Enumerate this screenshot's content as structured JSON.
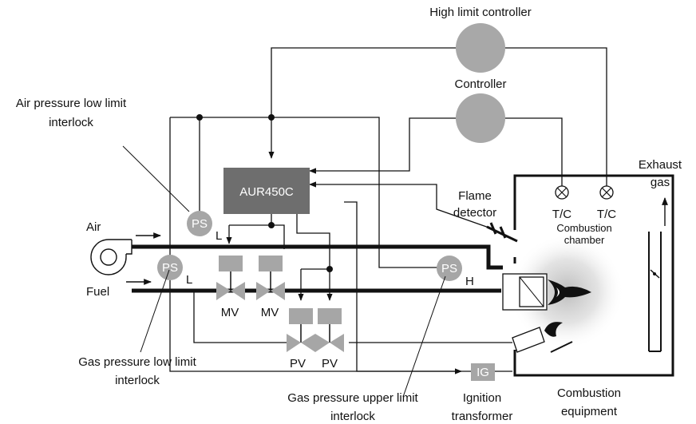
{
  "controllers": {
    "high_limit": "High limit controller",
    "controller": "Controller"
  },
  "unit": "AUR450C",
  "labels": {
    "air_pressure": [
      "Air pressure low limit",
      "interlock"
    ],
    "gas_pressure_low": [
      "Gas pressure low limit",
      "interlock"
    ],
    "gas_pressure_upper": [
      "Gas pressure upper limit",
      "interlock"
    ],
    "ignition": [
      "Ignition",
      "transformer"
    ],
    "combustion_equipment": [
      "Combustion",
      "equipment"
    ],
    "flame_detector": [
      "Flame",
      "detector"
    ],
    "exhaust": [
      "Exhaust",
      "gas"
    ],
    "combustion_chamber": [
      "Combustion",
      "chamber"
    ],
    "air": "Air",
    "fuel": "Fuel"
  },
  "switches": {
    "ps": "PS",
    "low": "L",
    "high": "H"
  },
  "valves": {
    "mv": "MV",
    "pv": "PV"
  },
  "thermocouple": "T/C",
  "igniter": "IG",
  "colors": {
    "line": "#111111",
    "controller_fill": "#a8a8a8",
    "unit_fill": "#6e6e6e",
    "switch_fill": "#a6a6a6",
    "valve_fill": "#a6a6a6"
  }
}
